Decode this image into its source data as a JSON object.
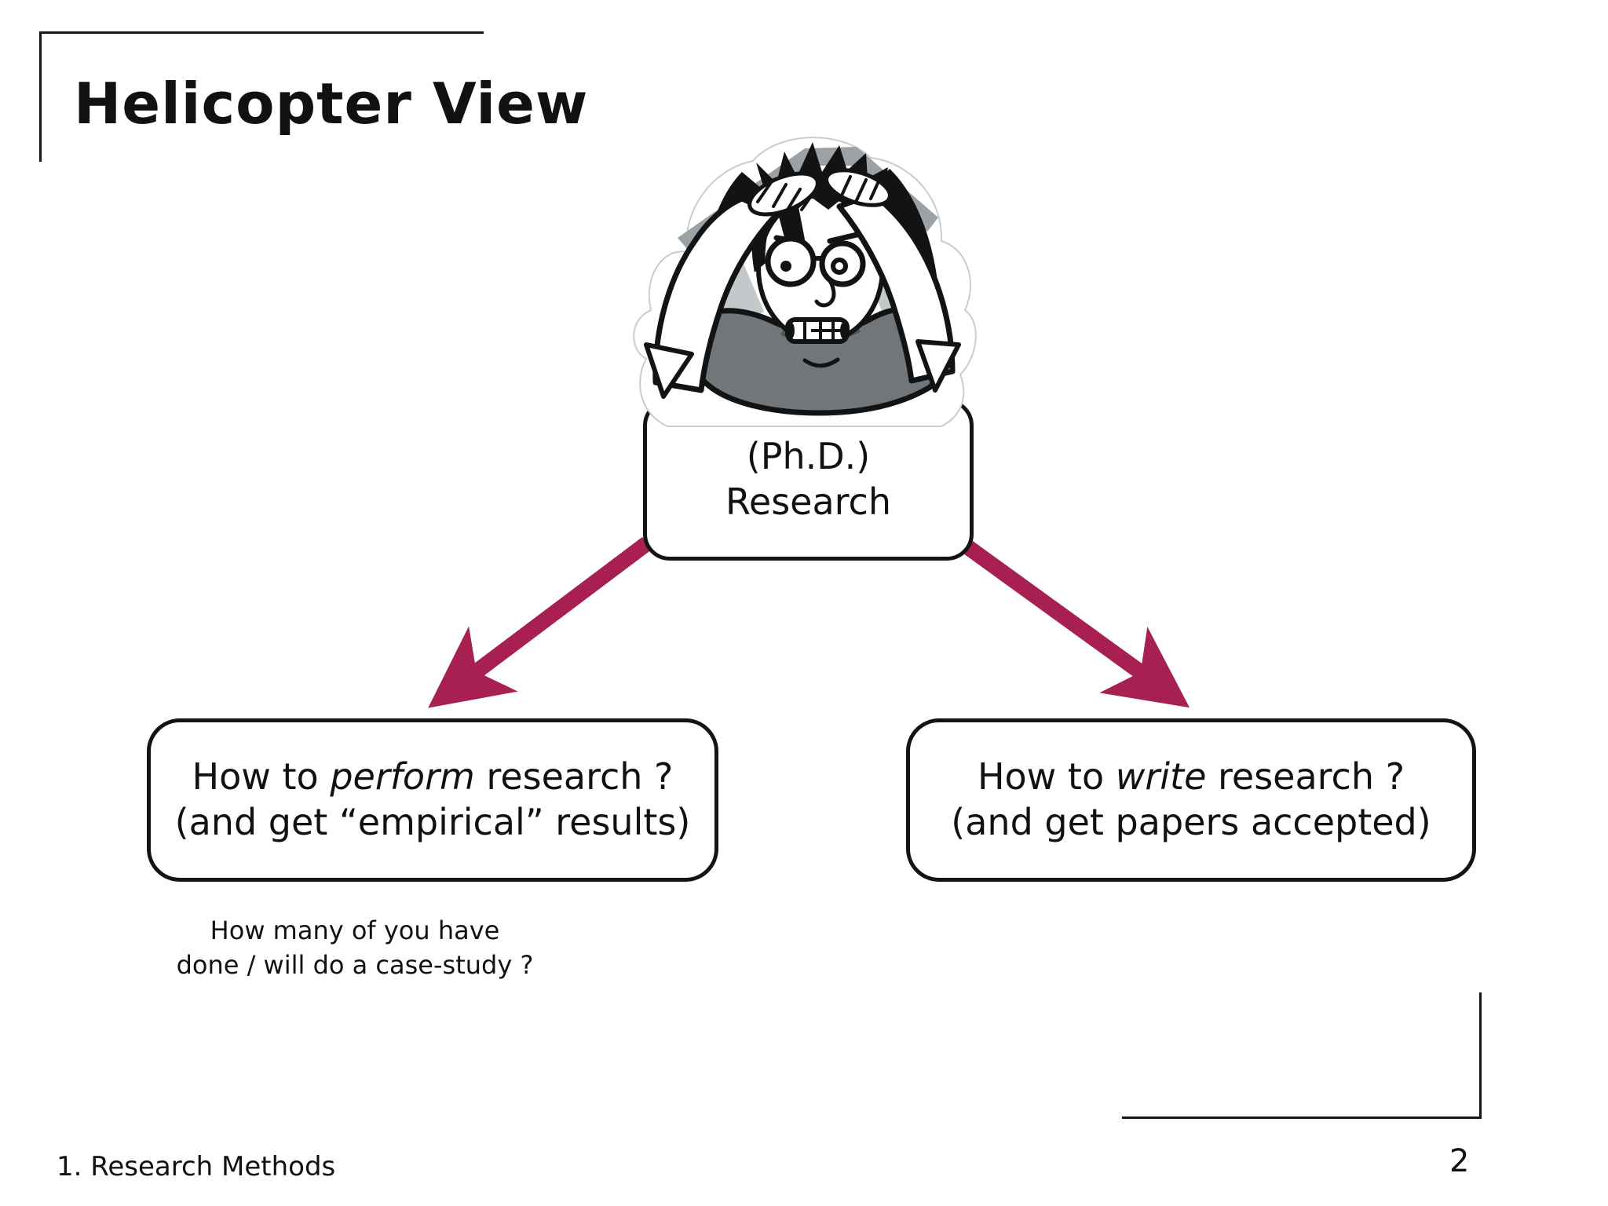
{
  "slide": {
    "title": "Helicopter View",
    "footer": "1. Research Methods",
    "page_number": "2"
  },
  "colors": {
    "text": "#111111",
    "box_border": "#141414",
    "arrow": "#a81f52",
    "cartoon_sweater_gray": "#70767a",
    "cartoon_shadow_gray": "#9ba1a4",
    "cartoon_light_gray": "#c3c8cb"
  },
  "diagram": {
    "icon": "stressed-person",
    "root_box": {
      "line1": "(Ph.D.)",
      "line2": "Research"
    },
    "left_box": {
      "line1_pre": "How to ",
      "line1_italic": "perform",
      "line1_post": " research ?",
      "line2": "(and get “empirical” results)"
    },
    "right_box": {
      "line1_pre": "How to ",
      "line1_italic": "write",
      "line1_post": " research ?",
      "line2": "(and get papers accepted)"
    },
    "question": {
      "line1": "How many of you have",
      "line2": "done / will do a case-study ?"
    }
  }
}
